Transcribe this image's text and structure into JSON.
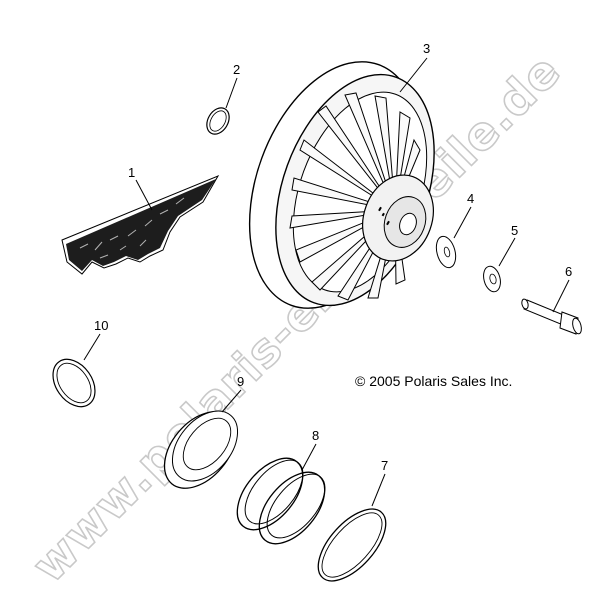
{
  "diagram": {
    "copyright": "© 2005 Polaris Sales Inc.",
    "watermark": "www.polaris-ersatzteile.de",
    "callouts": [
      {
        "id": "1",
        "label": "1"
      },
      {
        "id": "2",
        "label": "2"
      },
      {
        "id": "3",
        "label": "3"
      },
      {
        "id": "4",
        "label": "4"
      },
      {
        "id": "5",
        "label": "5"
      },
      {
        "id": "6",
        "label": "6"
      },
      {
        "id": "7",
        "label": "7"
      },
      {
        "id": "8",
        "label": "8"
      },
      {
        "id": "9",
        "label": "9"
      },
      {
        "id": "10",
        "label": "10"
      }
    ],
    "colors": {
      "ink": "#000000",
      "watermark": "#c9c9c9",
      "background": "#ffffff"
    }
  }
}
